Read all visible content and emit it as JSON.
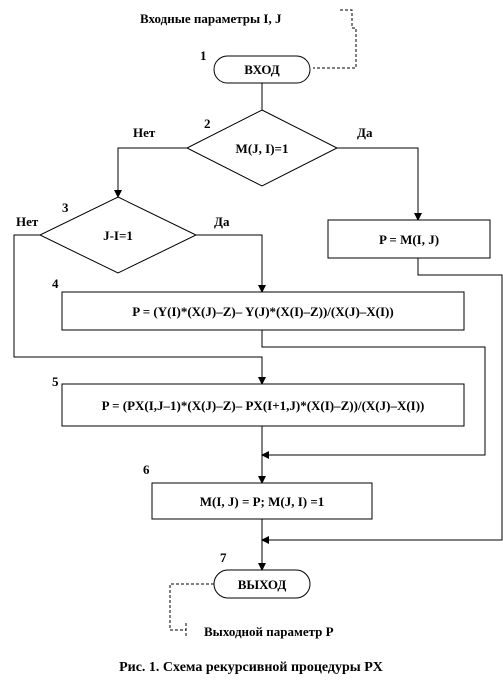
{
  "input_note": "Входные параметры  I, J",
  "output_note": "Выходной параметр P",
  "caption": "Рис. 1.  Схема рекурсивной процедуры PX",
  "nodes": {
    "n1": {
      "number": "1",
      "text": "ВХОД"
    },
    "n2": {
      "number": "2",
      "text": "M(J, I)=1",
      "no": "Нет",
      "yes": "Да"
    },
    "n3": {
      "number": "3",
      "text": "J-I=1",
      "no": "Нет",
      "yes": "Да"
    },
    "n4": {
      "number": "4",
      "text": "P = (Y(I)*(X(J)–Z)– Y(J)*(X(I)–Z))/(X(J)–X(I))"
    },
    "n5": {
      "number": "5",
      "text": "P = (PX(I,J–1)*(X(J)–Z)– PX(I+1,J)*(X(I)–Z))/(X(J)–X(I))"
    },
    "n6": {
      "number": "6",
      "text": "M(I, J) = P;  M(J, I) =1"
    },
    "n7": {
      "number": "7",
      "text": "ВЫХОД"
    },
    "nP": {
      "text": "P = M(I, J)"
    }
  }
}
